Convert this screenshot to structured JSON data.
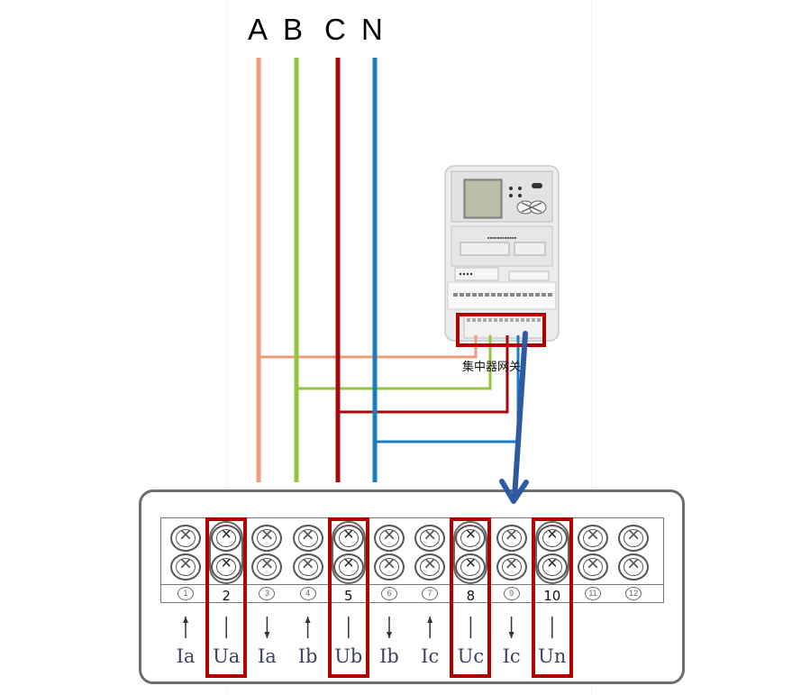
{
  "phases": [
    {
      "label": "A",
      "color": "#ee9c7b"
    },
    {
      "label": "B",
      "color": "#93c63b"
    },
    {
      "label": "C",
      "color": "#a50a0a"
    },
    {
      "label": "N",
      "color": "#1a7dc2"
    }
  ],
  "arrow_color": "#2d5aa0",
  "highlight_color": "#b20000",
  "gateway": {
    "label": "集中器网关",
    "device_icon": "concentrator-meter-icon"
  },
  "terminal_block": {
    "terminals": [
      {
        "number": "①",
        "symbol": "Ia",
        "direction": "up",
        "highlighted": false
      },
      {
        "number": "2",
        "symbol": "Ua",
        "direction": "line",
        "highlighted": true
      },
      {
        "number": "③",
        "symbol": "Ia",
        "direction": "down",
        "highlighted": false
      },
      {
        "number": "④",
        "symbol": "Ib",
        "direction": "up",
        "highlighted": false
      },
      {
        "number": "5",
        "symbol": "Ub",
        "direction": "line",
        "highlighted": true
      },
      {
        "number": "⑥",
        "symbol": "Ib",
        "direction": "down",
        "highlighted": false
      },
      {
        "number": "⑦",
        "symbol": "Ic",
        "direction": "up",
        "highlighted": false
      },
      {
        "number": "8",
        "symbol": "Uc",
        "direction": "line",
        "highlighted": true
      },
      {
        "number": "⑨",
        "symbol": "Ic",
        "direction": "down",
        "highlighted": false
      },
      {
        "number": "10",
        "symbol": "Un",
        "direction": "line",
        "highlighted": true
      },
      {
        "number": "⑪",
        "symbol": "",
        "direction": "none",
        "highlighted": false
      },
      {
        "number": "⑫",
        "symbol": "",
        "direction": "none",
        "highlighted": false
      }
    ]
  }
}
